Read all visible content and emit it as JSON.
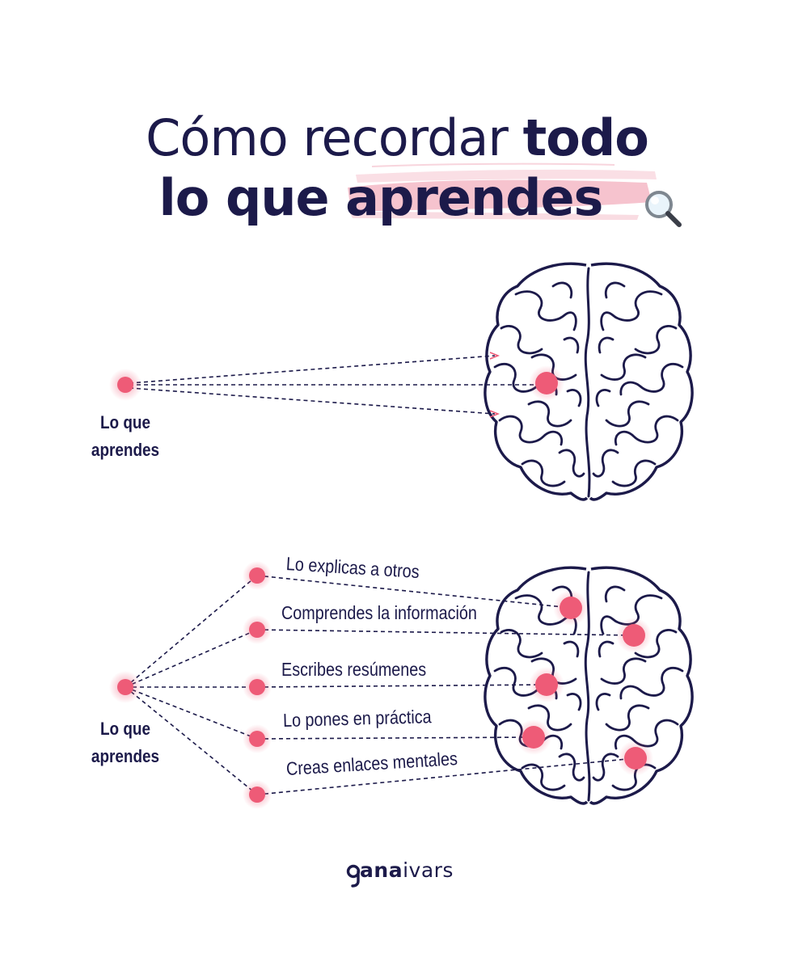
{
  "title": {
    "line1_regular": "Cómo recordar",
    "line1_bold": "todo",
    "line2_bold": "lo que aprendes"
  },
  "diagram_top": {
    "source_label_line1": "Lo que",
    "source_label_line2": "aprendes"
  },
  "diagram_bottom": {
    "source_label_line1": "Lo que",
    "source_label_line2": "aprendes",
    "branches": [
      "Lo explicas a otros",
      "Comprendes la información",
      "Escribes resúmenes",
      "Lo pones en práctica",
      "Creas enlaces mentales"
    ]
  },
  "logo": {
    "symbol": "ɋ",
    "bold_part": "ana",
    "light_part": "ivars"
  },
  "colors": {
    "navy": "#1c1a4a",
    "pink_dot": "#ee5b77",
    "pink_highlight": "#f4b9c6"
  },
  "icons": [
    "magnifier-icon",
    "brain-icon"
  ]
}
